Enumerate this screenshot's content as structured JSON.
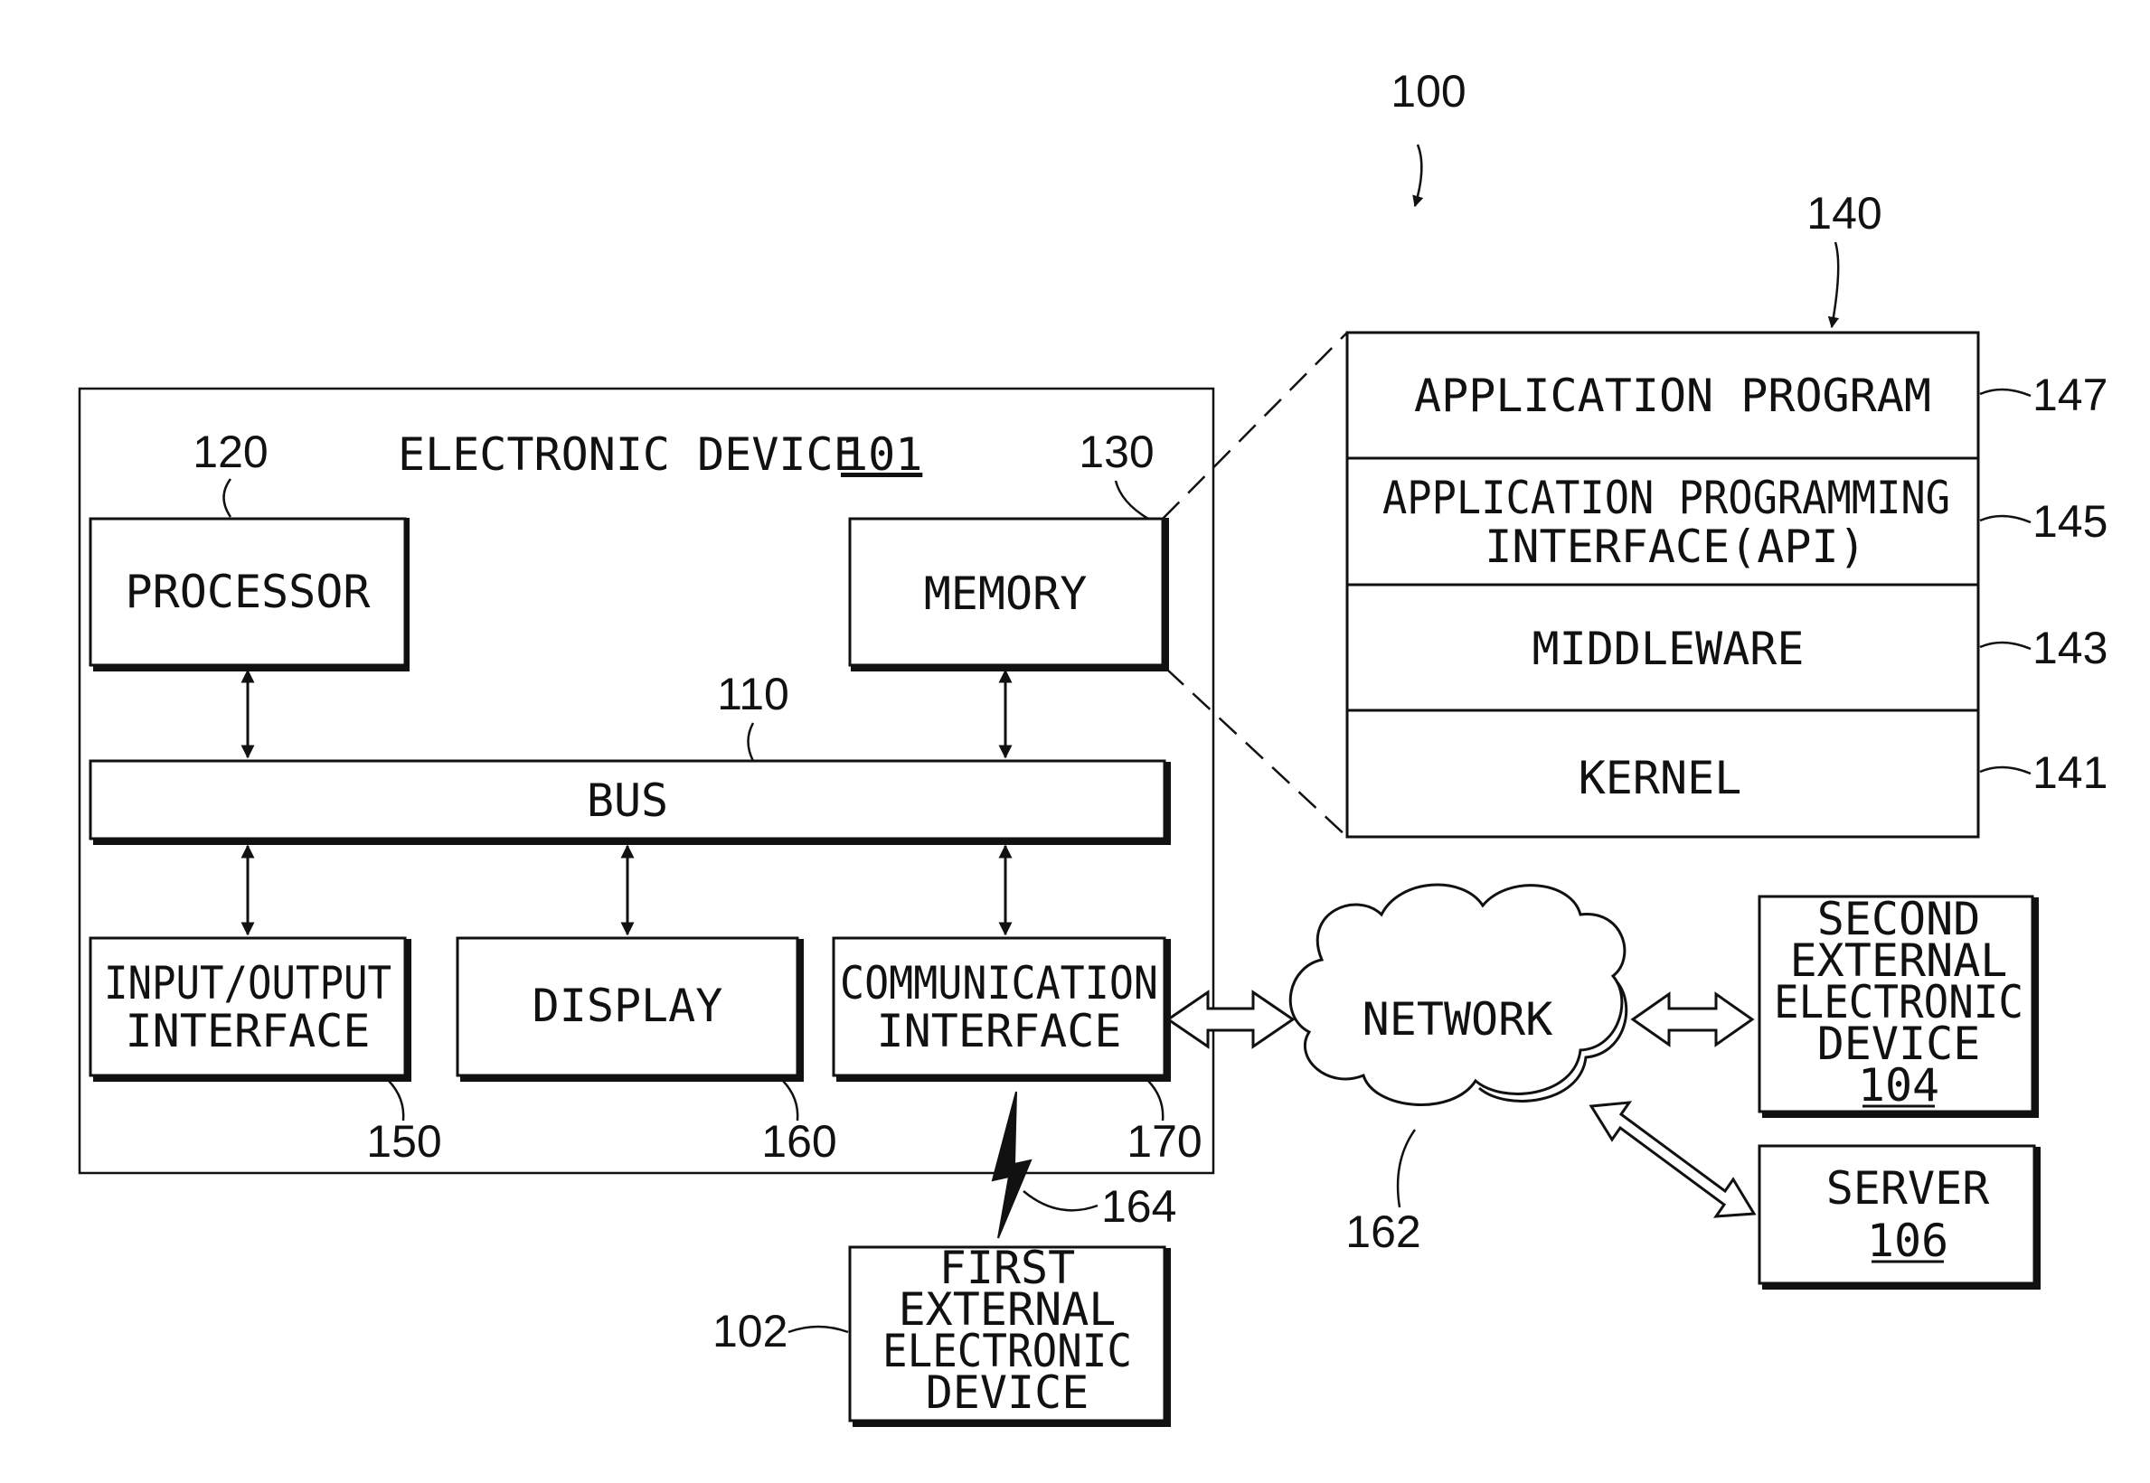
{
  "figure_number": "100",
  "electronic_device": {
    "title": "ELECTRONIC DEVICE",
    "number": "101"
  },
  "processor": {
    "label": "PROCESSOR",
    "ref": "120"
  },
  "memory": {
    "label": "MEMORY",
    "ref": "130"
  },
  "bus": {
    "label": "BUS",
    "ref": "110"
  },
  "io_interface": {
    "line1": "INPUT/OUTPUT",
    "line2": "INTERFACE",
    "ref": "150"
  },
  "display": {
    "label": "DISPLAY",
    "ref": "160"
  },
  "comm_interface": {
    "line1": "COMMUNICATION",
    "line2": "INTERFACE",
    "ref": "170"
  },
  "program": {
    "ref": "140",
    "layers": [
      {
        "line1": "APPLICATION PROGRAM",
        "line2": "",
        "ref": "147"
      },
      {
        "line1": "APPLICATION PROGRAMMING",
        "line2": "INTERFACE(API)",
        "ref": "145"
      },
      {
        "line1": "MIDDLEWARE",
        "line2": "",
        "ref": "143"
      },
      {
        "line1": "KERNEL",
        "line2": "",
        "ref": "141"
      }
    ]
  },
  "network": {
    "label": "NETWORK",
    "ref": "162"
  },
  "second_device": {
    "line1": "SECOND",
    "line2": "EXTERNAL",
    "line3": "ELECTRONIC",
    "line4": "DEVICE",
    "number": "104"
  },
  "server": {
    "label": "SERVER",
    "number": "106"
  },
  "first_device": {
    "line1": "FIRST",
    "line2": "EXTERNAL",
    "line3": "ELECTRONIC",
    "line4": "DEVICE",
    "ref": "102"
  },
  "wireless_link": {
    "ref": "164"
  }
}
